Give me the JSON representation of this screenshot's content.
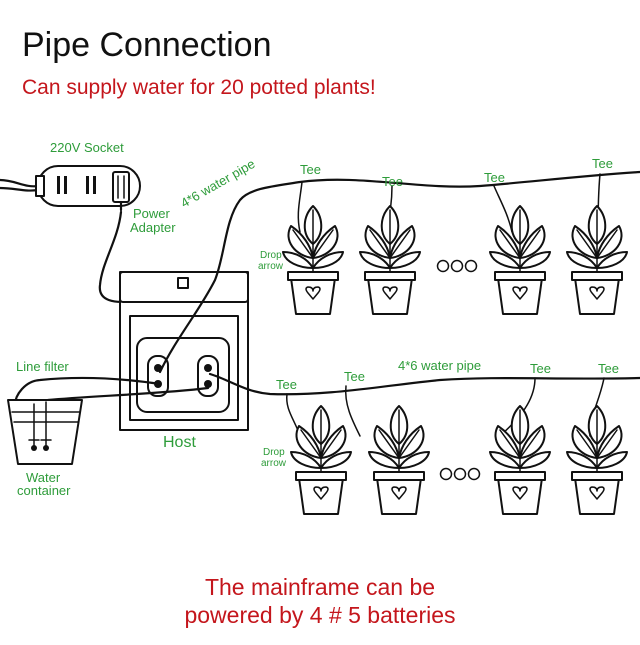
{
  "title": "Pipe Connection",
  "subtitle": "Can supply water for 20 potted plants!",
  "footer": {
    "line1": "The mainframe can be",
    "line2": "powered by 4 # 5 batteries"
  },
  "labels": {
    "socket": "220V Socket",
    "adapter_line1": "Power",
    "adapter_line2": "Adapter",
    "pipe_upper": "4*6 water pipe",
    "pipe_lower": "4*6 water pipe",
    "tee": "Tee",
    "drop_line1": "Drop",
    "drop_line2": "arrow",
    "line_filter": "Line filter",
    "host": "Host",
    "water_line1": "Water",
    "water_line2": "container"
  },
  "colors": {
    "label_green": "#2e9c3a",
    "accent_red": "#c4161c",
    "ink": "#111111"
  },
  "icons": [
    "plug-icon",
    "power-adapter-icon",
    "host-pump-icon",
    "water-container-icon",
    "potted-plant-icon",
    "ellipsis-dots-icon"
  ]
}
